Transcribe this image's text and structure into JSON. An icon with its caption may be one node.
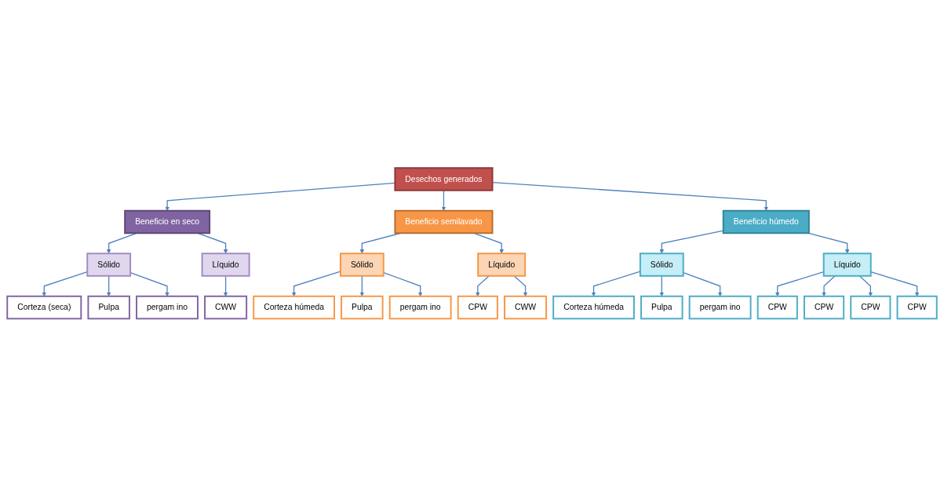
{
  "diagram": {
    "nodes": [
      {
        "text": [
          "Desechos generados"
        ]
      },
      {
        "text": [
          "Beneficio en seco"
        ]
      },
      {
        "text": [
          "Beneficio semilavado"
        ]
      },
      {
        "text": [
          "Beneficio húmedo"
        ]
      },
      {
        "text": [
          "Sólido"
        ]
      },
      {
        "text": [
          "Líquido"
        ]
      },
      {
        "text": [
          "Corteza (seca)"
        ]
      },
      {
        "text": [
          "Pulpa"
        ]
      },
      {
        "text": [
          "pergam ino"
        ]
      },
      {
        "text": [
          "CWW"
        ]
      },
      {
        "text": [
          "Sólido"
        ]
      },
      {
        "text": [
          "Líquido"
        ]
      },
      {
        "text": [
          "Corteza húmeda"
        ]
      },
      {
        "text": [
          "Pulpa"
        ]
      },
      {
        "text": [
          "pergam ino"
        ]
      },
      {
        "text": [
          "CPW"
        ]
      },
      {
        "text": [
          "CWW"
        ]
      },
      {
        "text": [
          "Sólido"
        ]
      },
      {
        "text": [
          "Líquido"
        ]
      },
      {
        "text": [
          "Corteza húmeda"
        ]
      },
      {
        "text": [
          "Pulpa"
        ]
      },
      {
        "text": [
          "pergam ino"
        ]
      },
      {
        "text": [
          "CPW"
        ]
      },
      {
        "text": [
          "CPW"
        ]
      },
      {
        "text": [
          "CPW"
        ]
      },
      {
        "text": [
          "CPW"
        ]
      }
    ],
    "edges": [
      {
        "from": 0,
        "to": 1,
        "arrow": "to"
      },
      {
        "from": 0,
        "to": 2,
        "arrow": "to"
      },
      {
        "from": 0,
        "to": 3,
        "arrow": "to"
      },
      {
        "from": 1,
        "to": 4,
        "arrow": "to"
      },
      {
        "from": 1,
        "to": 5,
        "arrow": "to"
      },
      {
        "from": 4,
        "to": 6,
        "arrow": "to"
      },
      {
        "from": 4,
        "to": 7,
        "arrow": "to"
      },
      {
        "from": 4,
        "to": 8,
        "arrow": "to"
      },
      {
        "from": 5,
        "to": 9,
        "arrow": "to"
      },
      {
        "from": 2,
        "to": 10,
        "arrow": "to"
      },
      {
        "from": 2,
        "to": 11,
        "arrow": "to"
      },
      {
        "from": 10,
        "to": 12,
        "arrow": "to"
      },
      {
        "from": 10,
        "to": 13,
        "arrow": "to"
      },
      {
        "from": 10,
        "to": 14,
        "arrow": "to"
      },
      {
        "from": 11,
        "to": 15,
        "arrow": "to"
      },
      {
        "from": 11,
        "to": 16,
        "arrow": "to"
      },
      {
        "from": 3,
        "to": 17,
        "arrow": "to"
      },
      {
        "from": 3,
        "to": 18,
        "arrow": "to"
      },
      {
        "from": 17,
        "to": 19,
        "arrow": "to"
      },
      {
        "from": 17,
        "to": 20,
        "arrow": "to"
      },
      {
        "from": 17,
        "to": 21,
        "arrow": "to"
      },
      {
        "from": 18,
        "to": 22,
        "arrow": "to"
      },
      {
        "from": 18,
        "to": 23,
        "arrow": "to"
      },
      {
        "from": 18,
        "to": 24,
        "arrow": "to"
      },
      {
        "from": 18,
        "to": 25,
        "arrow": "to"
      }
    ]
  }
}
